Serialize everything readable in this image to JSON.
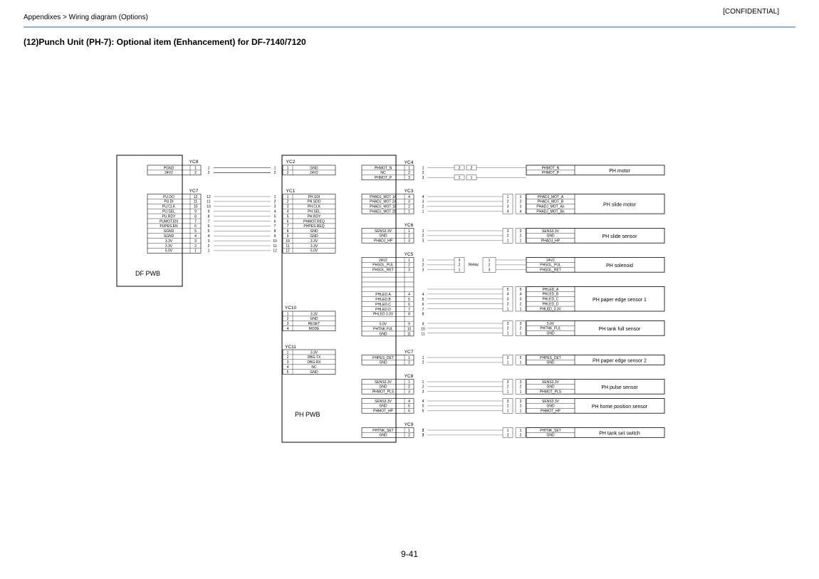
{
  "header": {
    "breadcrumb": "Appendixes > Wiring diagram (Options)",
    "confidential": "[CONFIDENTIAL]",
    "title": "(12)Punch Unit (PH-7): Optional item (Enhancement) for DF-7140/7120"
  },
  "footer": {
    "page_number": "9-41"
  },
  "df_pwb": {
    "label": "DF PWB",
    "yc8": {
      "name": "YC8",
      "signals": [
        "PGND",
        "24V2"
      ],
      "pins": [
        1,
        2
      ]
    },
    "yc7": {
      "name": "YC7",
      "signals": [
        "PU.DO",
        "PU.DI",
        "PU.CLK",
        "PU.SEL",
        "PU.RDY",
        "PUMOT.EN",
        "PUPES.EN",
        "SGND",
        "SGND",
        "3.3V",
        "3.3V",
        "5.0V"
      ],
      "pins": [
        12,
        11,
        10,
        9,
        8,
        7,
        6,
        5,
        4,
        3,
        2,
        1
      ]
    }
  },
  "ph_pwb": {
    "label": "PH PWB",
    "yc2": {
      "name": "YC2",
      "pins": [
        1,
        2
      ],
      "signals": [
        "GND",
        "24V2"
      ]
    },
    "yc1": {
      "name": "YC1",
      "pins": [
        1,
        2,
        3,
        4,
        5,
        6,
        7,
        8,
        9,
        10,
        11,
        12
      ],
      "signals": [
        "PH.SDI",
        "PH.SDO",
        "PH.CLK",
        "PH.SEL",
        "PH.RDY",
        "PHMOT.REQ",
        "PHPES.REQ",
        "GND",
        "GND",
        "3.3V",
        "3.3V",
        "5.0V"
      ]
    },
    "yc10": {
      "name": "YC10",
      "pins": [
        1,
        2,
        3,
        4
      ],
      "signals": [
        "3.3V",
        "GND",
        "RESET",
        "MODE"
      ]
    },
    "yc11": {
      "name": "YC11",
      "pins": [
        1,
        2,
        3,
        4,
        5
      ],
      "signals": [
        "3.3V",
        "DBG.TX",
        "DBG.RX",
        "NC",
        "GND"
      ]
    },
    "yc4": {
      "name": "YC4",
      "signals": [
        "PHMOT_N",
        "NC",
        "PHMOT_P"
      ],
      "pins": [
        1,
        2,
        3
      ]
    },
    "yc3": {
      "name": "YC3",
      "signals": [
        "PHADJ_MOT 1A",
        "PHADJ_MOT 2A",
        "PHADJ_MOT 1B",
        "PHADJ_MOT 2B"
      ],
      "pins": [
        4,
        3,
        2,
        1
      ]
    },
    "yc6": {
      "name": "YC6",
      "signals": [
        "SENS3.3V",
        "GND",
        "PHADJ_HP"
      ],
      "pins": [
        1,
        2,
        3
      ]
    },
    "yc5": {
      "name": "YC5",
      "signals": [
        "24V2",
        "PHSOL_PUL",
        "PHSOL_RET",
        "",
        "",
        "",
        "",
        "PHLED.A",
        "PHLED.B",
        "PHLED.C",
        "PHLED.D",
        "PHLED 3.3V",
        "",
        "5.0V",
        "PHTNK.FUL",
        "GND"
      ],
      "pins": [
        "1",
        "2",
        "3",
        "",
        "",
        "",
        "",
        "4",
        "5",
        "6",
        "7",
        "8",
        "",
        "9",
        "10",
        "11"
      ]
    },
    "yc7": {
      "name": "YC7",
      "signals": [
        "PHPES_DET",
        "GND"
      ],
      "pins": [
        1,
        2
      ]
    },
    "yc8": {
      "name": "YC8",
      "signals": [
        "SENS3.3V",
        "GND",
        "PHMOT_PLS",
        "SENS3.3V",
        "GND",
        "PHMOT_HP"
      ],
      "pins": [
        1,
        2,
        3,
        4,
        5,
        6
      ]
    },
    "yc9": {
      "name": "YC9",
      "signals": [
        "PHTNK_SET",
        "GND"
      ],
      "pins": [
        1,
        2
      ]
    }
  },
  "relay": {
    "label": "Relay",
    "left_pins": [
      3,
      2,
      1
    ],
    "right_pins": [
      1,
      2,
      3
    ]
  },
  "motor_pins": {
    "left": [
      2,
      1
    ],
    "right": [
      2,
      1
    ]
  },
  "devices": [
    {
      "name": "PH motor",
      "signals": [
        "PHMOT_N",
        "PHMOT_P"
      ],
      "pins": []
    },
    {
      "name": "PH slide motor",
      "signals": [
        "PHADJ_MOT_A",
        "PHADJ_MOT_B",
        "PHADJ_MOT_An",
        "PHADJ_MOT_Bn"
      ],
      "pins": [
        1,
        2,
        3,
        4
      ]
    },
    {
      "name": "PH slide sensor",
      "signals": [
        "SENS3.3V",
        "GND",
        "PHADJ_HP"
      ],
      "pins": [
        3,
        2,
        1
      ]
    },
    {
      "name": "PH solenoid",
      "signals": [
        "24V2",
        "PHSOL_PUL",
        "PHSOL_RET"
      ],
      "pins": []
    },
    {
      "name": "PH paper edge sensor 1",
      "signals": [
        "PHLED_A",
        "PHLED_B",
        "PHLED_C",
        "PHLED_D",
        "PHLED_3.3V"
      ],
      "pins": [
        5,
        4,
        3,
        2,
        1
      ]
    },
    {
      "name": "PH tank full sensor",
      "signals": [
        "5.0V",
        "PHTNK_FUL",
        "GND"
      ],
      "pins": [
        3,
        2,
        1
      ]
    },
    {
      "name": "PH  paper edge sensor 2",
      "signals": [
        "PHPES_DET",
        "GND"
      ],
      "pins": [
        2,
        1
      ]
    },
    {
      "name": "PH pulse sensor",
      "signals": [
        "SENS3.3V",
        "GND",
        "PHMOT_PLS"
      ],
      "pins": [
        3,
        2,
        1
      ]
    },
    {
      "name": "PH home position sensor",
      "signals": [
        "SENS3.3V",
        "GND",
        "PHMOT_HP"
      ],
      "pins": [
        3,
        2,
        1
      ]
    },
    {
      "name": "PH tank set switch",
      "signals": [
        "PHTNK_SET",
        "GND"
      ],
      "pins": [
        1,
        2
      ]
    }
  ],
  "yc9_right_pins": [
    2,
    1
  ]
}
